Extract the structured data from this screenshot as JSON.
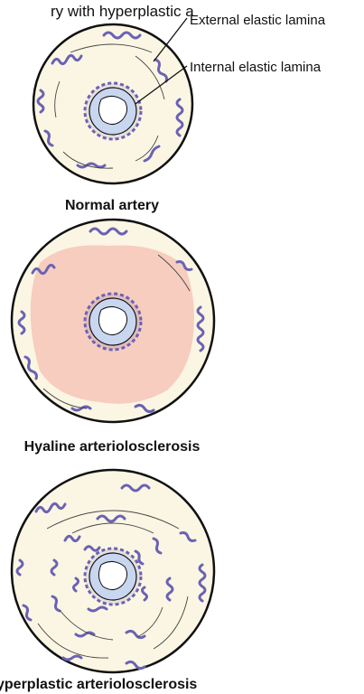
{
  "header_fragment": "ry with hyperplastic a",
  "labels": {
    "external": "External elastic lamina",
    "internal": "Internal elastic lamina"
  },
  "captions": {
    "normal": "Normal artery",
    "hyaline": "Hyaline arteriolosclerosis",
    "hyperplastic": "yperplastic arteriolosclerosis"
  },
  "colors": {
    "outline": "#111111",
    "wall": "#fbf6e3",
    "hyaline_deposit": "#f6cdbf",
    "elastic_fiber": "#6b62b4",
    "intima": "#c8d6ef",
    "lumen": "#ffffff",
    "leader": "#111111"
  }
}
